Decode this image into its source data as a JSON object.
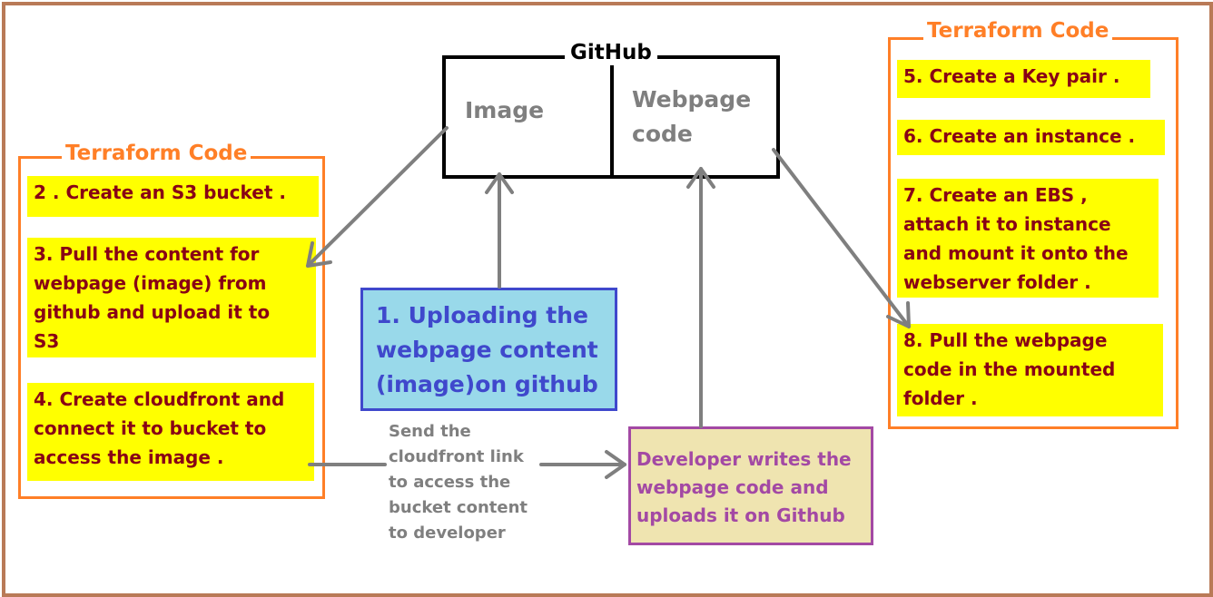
{
  "github": {
    "title": "GitHub",
    "image_cell": "Image",
    "webpage_cell": "Webpage\ncode"
  },
  "left_group": {
    "title": "Terraform Code",
    "steps": [
      "2 . Create an S3 bucket .",
      "3. Pull the content for\nwebpage (image) from\ngithub and upload it to\nS3",
      "4. Create cloudfront and\nconnect it to bucket to\naccess the image ."
    ]
  },
  "right_group": {
    "title": "Terraform Code",
    "steps": [
      "5. Create a Key pair .",
      "6. Create an instance .",
      "7. Create an EBS ,\nattach it to instance\nand mount it onto the\nwebserver folder .",
      "8. Pull the webpage\ncode in the mounted\nfolder ."
    ]
  },
  "step1": "1. Uploading the\nwebpage content\n(image)on github",
  "developer": "Developer writes the\nwebpage code and\nuploads it on Github",
  "send_text": "Send the\ncloudfront link\nto access the\nbucket content\nto developer",
  "colors": {
    "frame": "#b97a57",
    "terraform_border": "#ff7f27",
    "step_fill": "#ffff00",
    "step_text": "#880015",
    "arrow": "#7f7f7f",
    "step1_fill": "#99d9ea",
    "step1_text": "#3f48cc",
    "developer_fill": "#efe4b0",
    "developer_border": "#a349a4"
  }
}
